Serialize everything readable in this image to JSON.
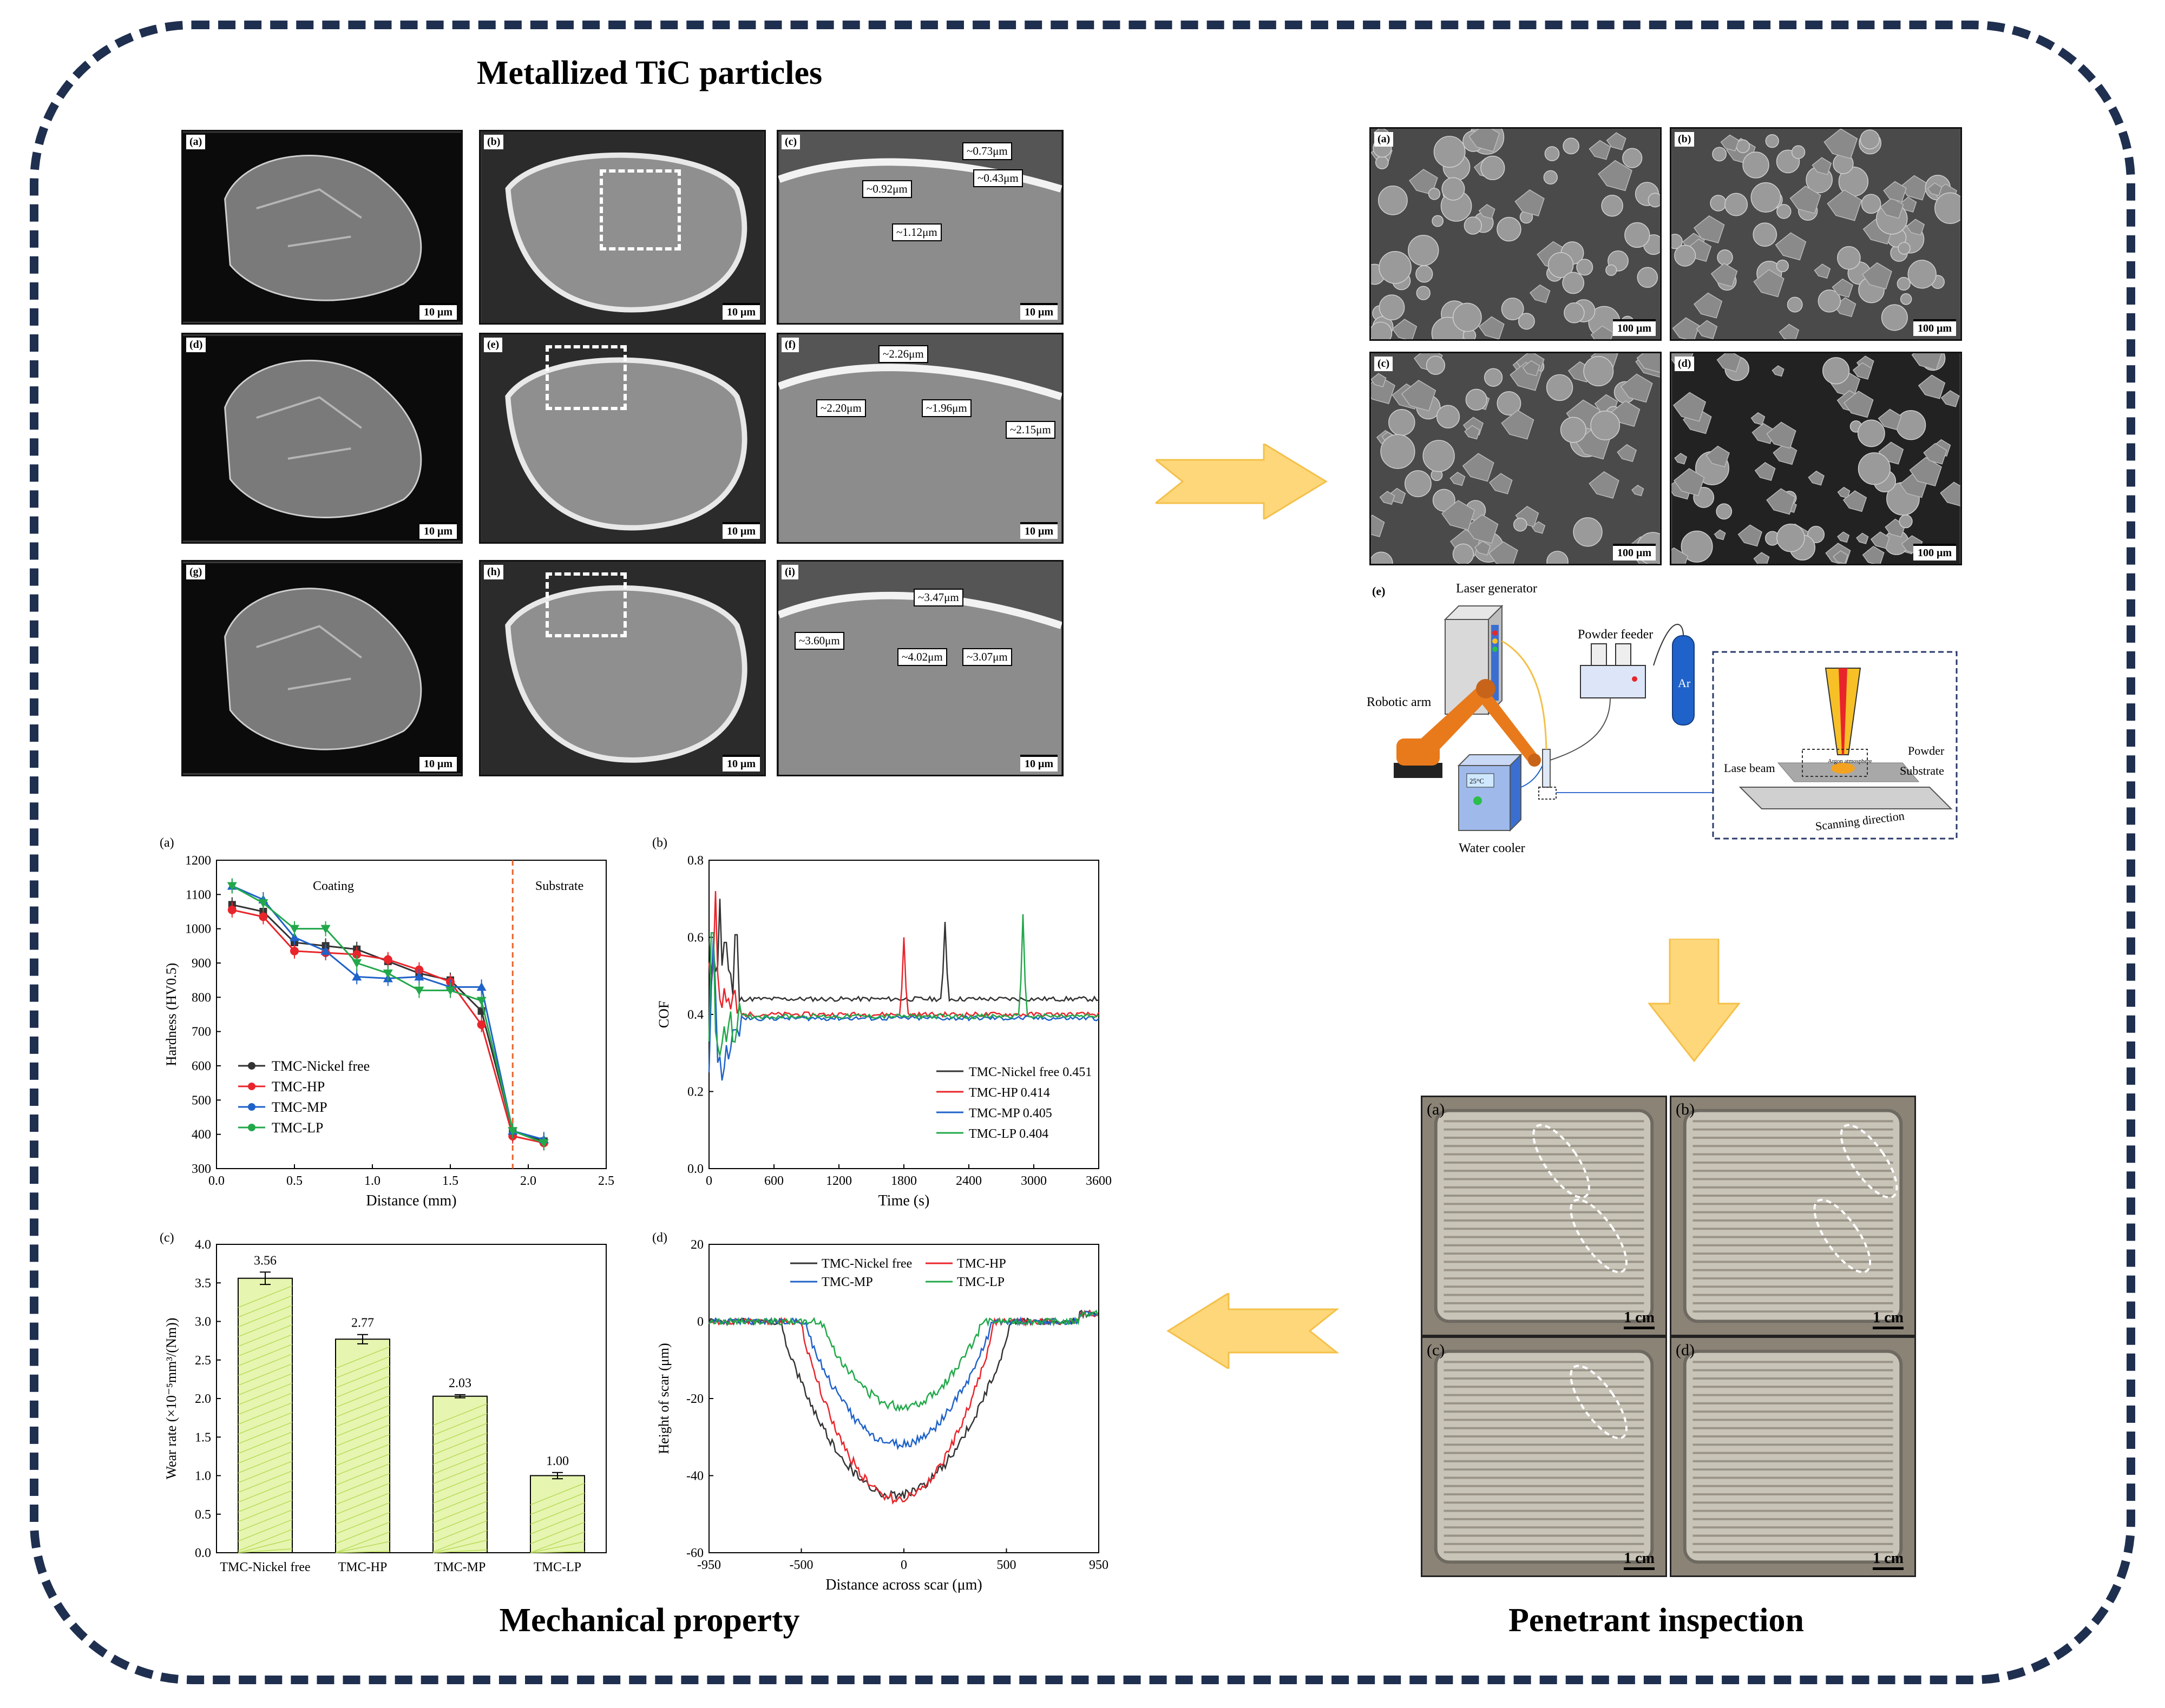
{
  "titles": {
    "metallized": "Metallized TiC particles",
    "mechanical": "Mechanical property",
    "penetrant": "Penetrant inspection"
  },
  "tic_panels": [
    {
      "label": "(a)",
      "scale": "10 μm",
      "kind": "particle"
    },
    {
      "label": "(b)",
      "scale": "10 μm",
      "kind": "section"
    },
    {
      "label": "(c)",
      "scale": "10 μm",
      "kind": "closeup",
      "meas": [
        "~0.92μm",
        "~1.12μm",
        "~0.73μm",
        "~0.43μm"
      ]
    },
    {
      "label": "(d)",
      "scale": "10 μm",
      "kind": "particle"
    },
    {
      "label": "(e)",
      "scale": "10 μm",
      "kind": "section"
    },
    {
      "label": "(f)",
      "scale": "10 μm",
      "kind": "closeup",
      "meas": [
        "~2.26μm",
        "~2.20μm",
        "~1.96μm",
        "~2.15μm"
      ]
    },
    {
      "label": "(g)",
      "scale": "10 μm",
      "kind": "particle"
    },
    {
      "label": "(h)",
      "scale": "10 μm",
      "kind": "section"
    },
    {
      "label": "(i)",
      "scale": "10 μm",
      "kind": "closeup",
      "meas": [
        "~3.47μm",
        "~3.60μm",
        "~4.02μm",
        "~3.07μm"
      ]
    }
  ],
  "powder_panels": [
    {
      "label": "(a)",
      "scale": "100 μm"
    },
    {
      "label": "(b)",
      "scale": "100 μm"
    },
    {
      "label": "(c)",
      "scale": "100 μm"
    },
    {
      "label": "(d)",
      "scale": "100 μm"
    }
  ],
  "setup": {
    "label": "(e)",
    "laser_generator": "Laser generator",
    "powder_feeder": "Powder feeder",
    "ar": "Ar",
    "robotic_arm": "Robotic arm",
    "water_cooler": "Water cooler",
    "temp": "25°C",
    "lase_beam": "Lase beam",
    "powder": "Powder",
    "substrate": "Substrate",
    "scanning": "Scanning direction",
    "argon": "Argon atmosphere"
  },
  "penetrant_panels": [
    {
      "label": "(a)",
      "scale": "1 cm"
    },
    {
      "label": "(b)",
      "scale": "1 cm"
    },
    {
      "label": "(c)",
      "scale": "1 cm"
    },
    {
      "label": "(d)",
      "scale": "1 cm"
    }
  ],
  "colors": {
    "frame": "#1f2f4f",
    "arrow": "#fdd77a",
    "arrow_stroke": "#f4c04a",
    "black": "#333333",
    "red": "#e8252b",
    "blue": "#1f62c9",
    "green": "#22a84a",
    "bar_fill": "#e6f5b0"
  },
  "chart_data": [
    {
      "type": "line",
      "panel": "(a)",
      "xlabel": "Distance (mm)",
      "ylabel": "Hardness (HV0.5)",
      "xlim": [
        0,
        2.5
      ],
      "ylim": [
        300,
        1200
      ],
      "xticks": [
        "0.0",
        "0.5",
        "1.0",
        "1.5",
        "2.0",
        "2.5"
      ],
      "yticks": [
        "300",
        "400",
        "500",
        "600",
        "700",
        "800",
        "900",
        "1000",
        "1100",
        "1200"
      ],
      "annotations": [
        "Coating",
        "Substrate"
      ],
      "boundary_x": 1.9,
      "x": [
        0.1,
        0.3,
        0.5,
        0.7,
        0.9,
        1.1,
        1.3,
        1.5,
        1.7,
        1.9,
        2.1
      ],
      "series": [
        {
          "name": "TMC-Nickel free",
          "values": [
            1070,
            1050,
            960,
            950,
            940,
            905,
            870,
            850,
            760,
            410,
            380
          ]
        },
        {
          "name": "TMC-HP",
          "values": [
            1055,
            1035,
            935,
            930,
            925,
            910,
            880,
            845,
            720,
            395,
            375
          ]
        },
        {
          "name": "TMC-MP",
          "values": [
            1125,
            1085,
            975,
            935,
            860,
            855,
            860,
            830,
            830,
            410,
            385
          ]
        },
        {
          "name": "TMC-LP",
          "values": [
            1125,
            1075,
            1000,
            1000,
            900,
            870,
            820,
            820,
            790,
            410,
            375
          ]
        }
      ]
    },
    {
      "type": "line",
      "panel": "(b)",
      "xlabel": "Time (s)",
      "ylabel": "COF",
      "xlim": [
        0,
        3600
      ],
      "ylim": [
        0,
        0.8
      ],
      "xticks": [
        "0",
        "600",
        "1200",
        "1800",
        "2400",
        "3000",
        "3600"
      ],
      "yticks": [
        "0.0",
        "0.2",
        "0.4",
        "0.6",
        "0.8"
      ],
      "series": [
        {
          "name": "TMC-Nickel free 0.451"
        },
        {
          "name": "TMC-HP 0.414"
        },
        {
          "name": "TMC-MP 0.405"
        },
        {
          "name": "TMC-LP 0.404"
        }
      ]
    },
    {
      "type": "bar",
      "panel": "(c)",
      "ylabel": "Wear rate (×10⁻⁵mm³/(Nm))",
      "ylim": [
        0,
        4.0
      ],
      "yticks": [
        "0.0",
        "0.5",
        "1.0",
        "1.5",
        "2.0",
        "2.5",
        "3.0",
        "3.5",
        "4.0"
      ],
      "categories": [
        "TMC-Nickel free",
        "TMC-HP",
        "TMC-MP",
        "TMC-LP"
      ],
      "values": [
        3.56,
        2.77,
        2.03,
        1.0
      ],
      "labels": [
        "3.56",
        "2.77",
        "2.03",
        "1.00"
      ],
      "errors": [
        0.08,
        0.06,
        0.02,
        0.04
      ]
    },
    {
      "type": "line",
      "panel": "(d)",
      "xlabel": "Distance across scar (μm)",
      "ylabel": "Height of scar (μm)",
      "xlim": [
        -950,
        950
      ],
      "ylim": [
        -60,
        20
      ],
      "xticks": [
        "-950",
        "-500",
        "0",
        "500",
        "950"
      ],
      "yticks": [
        "-60",
        "-40",
        "-20",
        "0",
        "20"
      ],
      "series": [
        {
          "name": "TMC-Nickel free",
          "depth": -45
        },
        {
          "name": "TMC-HP",
          "depth": -46
        },
        {
          "name": "TMC-MP",
          "depth": -32
        },
        {
          "name": "TMC-LP",
          "depth": -22
        }
      ]
    }
  ]
}
